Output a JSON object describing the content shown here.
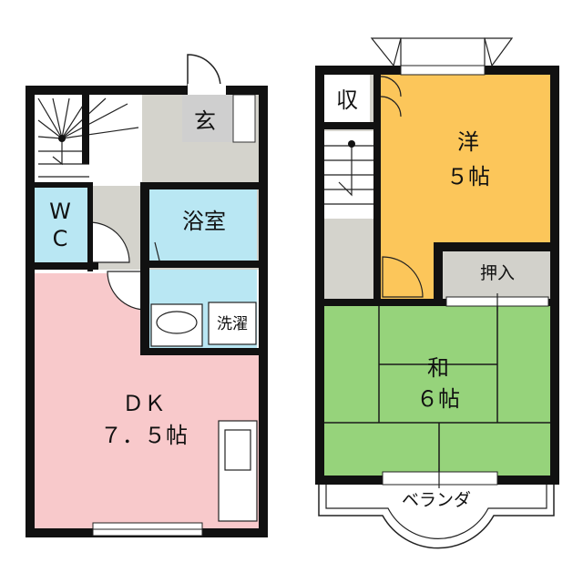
{
  "floor_plan": {
    "rooms": {
      "genkan": {
        "label": "玄",
        "color": "#cfcfcf"
      },
      "wc": {
        "line1": "W",
        "line2": "C",
        "color": "#b9e7f3"
      },
      "bathroom": {
        "label": "浴室",
        "color": "#b9e7f3"
      },
      "laundry": {
        "label": "洗濯"
      },
      "dk": {
        "line1": "ＤＫ",
        "line2": "７．５帖",
        "color": "#f8c9cb"
      },
      "closet_small": {
        "label": "収"
      },
      "western_room": {
        "line1": "洋",
        "line2": "５帖",
        "color": "#fcc65a"
      },
      "oshiire": {
        "label": "押入",
        "color": "#d2d1cb"
      },
      "japanese_room": {
        "line1": "和",
        "line2": "６帖",
        "color": "#96d37b"
      },
      "balcony": {
        "label": "ベランダ"
      }
    },
    "colors": {
      "wall": "#111111",
      "hall": "#d4d3cc",
      "tatami_line": "#1a1a1a"
    }
  }
}
